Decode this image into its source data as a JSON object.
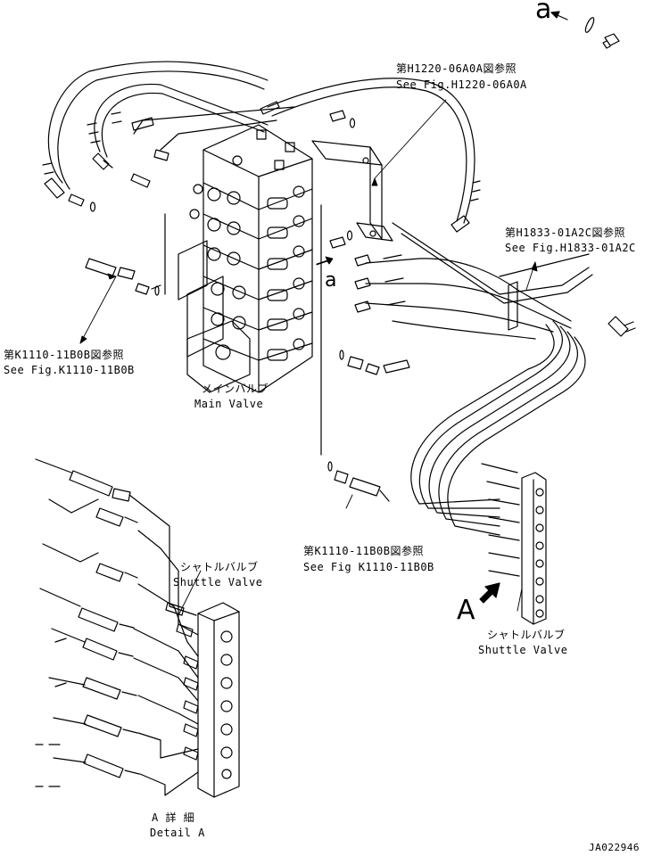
{
  "labels": {
    "ref_h1220_jp": "第H1220-06A0A図参照",
    "ref_h1220_en": "See Fig.H1220-06A0A",
    "ref_h1833_jp": "第H1833-01A2C図参照",
    "ref_h1833_en": "See Fig.H1833-01A2C",
    "ref_k1110_left_jp": "第K1110-11B0B図参照",
    "ref_k1110_left_en": "See Fig.K1110-11B0B",
    "ref_k1110_mid_jp": "第K1110-11B0B図参照",
    "ref_k1110_mid_en": "See Fig K1110-11B0B",
    "main_valve_jp": "メインバルブ",
    "main_valve_en": "Main Valve",
    "shuttle_left_jp": "シャトルバルブ",
    "shuttle_left_en": "Shuttle Valve",
    "shuttle_right_jp": "シャトルバルブ",
    "shuttle_right_en": "Shuttle Valve",
    "detail_jp": "A 詳 細",
    "detail_en": "Detail A",
    "callout_a_top": "a",
    "callout_a_mid": "a",
    "view_a": "A",
    "drawing_no": "JA022946"
  }
}
